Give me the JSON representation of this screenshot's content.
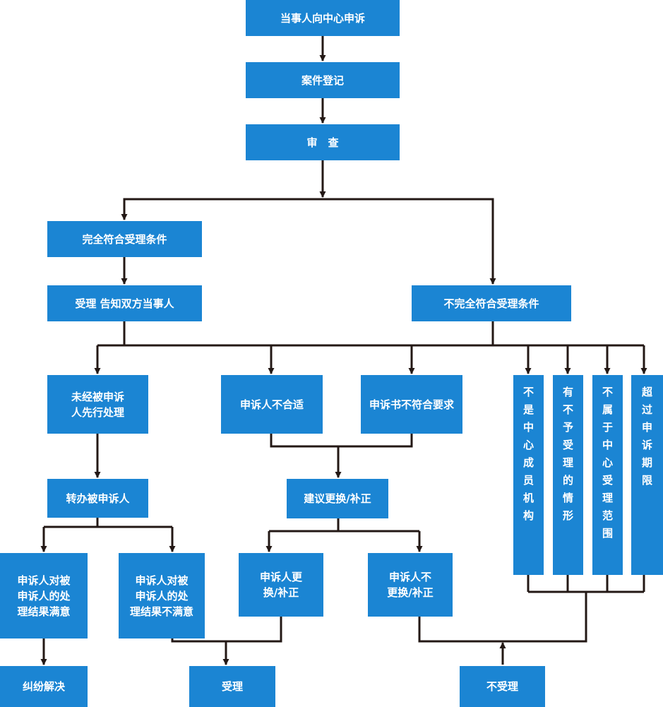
{
  "colors": {
    "box_fill": "#1b85d3",
    "box_text": "#ffffff",
    "connector": "#231815",
    "background": "#ffffff"
  },
  "nodes": {
    "appeal": "当事人向中心申诉",
    "register": "案件登记",
    "review": "审　查",
    "fully_meets": "完全符合受理条件",
    "accept_notify": "受理 告知双方当事人",
    "not_fully_meets": "不完全符合受理条件",
    "not_handled_first": "未经被申诉\n人先行处理",
    "transfer": "转办被申诉人",
    "satisfied": "申诉人对被\n申诉人的处\n理结果满意",
    "not_satisfied": "申诉人对被\n申诉人的处\n理结果不满意",
    "resolved": "纠纷解决",
    "accepted": "受理",
    "unsuitable_appellant": "申诉人不合适",
    "document_invalid": "申诉书不符合要求",
    "suggest_change": "建议更换/补正",
    "appellant_changes": "申诉人更\n换/补正",
    "appellant_no_change": "申诉人不\n更换/补正",
    "rejected": "不受理",
    "not_member": "不\n是\n中\n心\n成\n员\n机\n构",
    "has_exclusion": "有\n不\n予\n受\n理\n的\n情\n形",
    "out_of_scope": "不\n属\n于\n中\n心\n受\n理\n范\n围",
    "over_deadline": "超\n过\n申\n诉\n期\n限"
  }
}
